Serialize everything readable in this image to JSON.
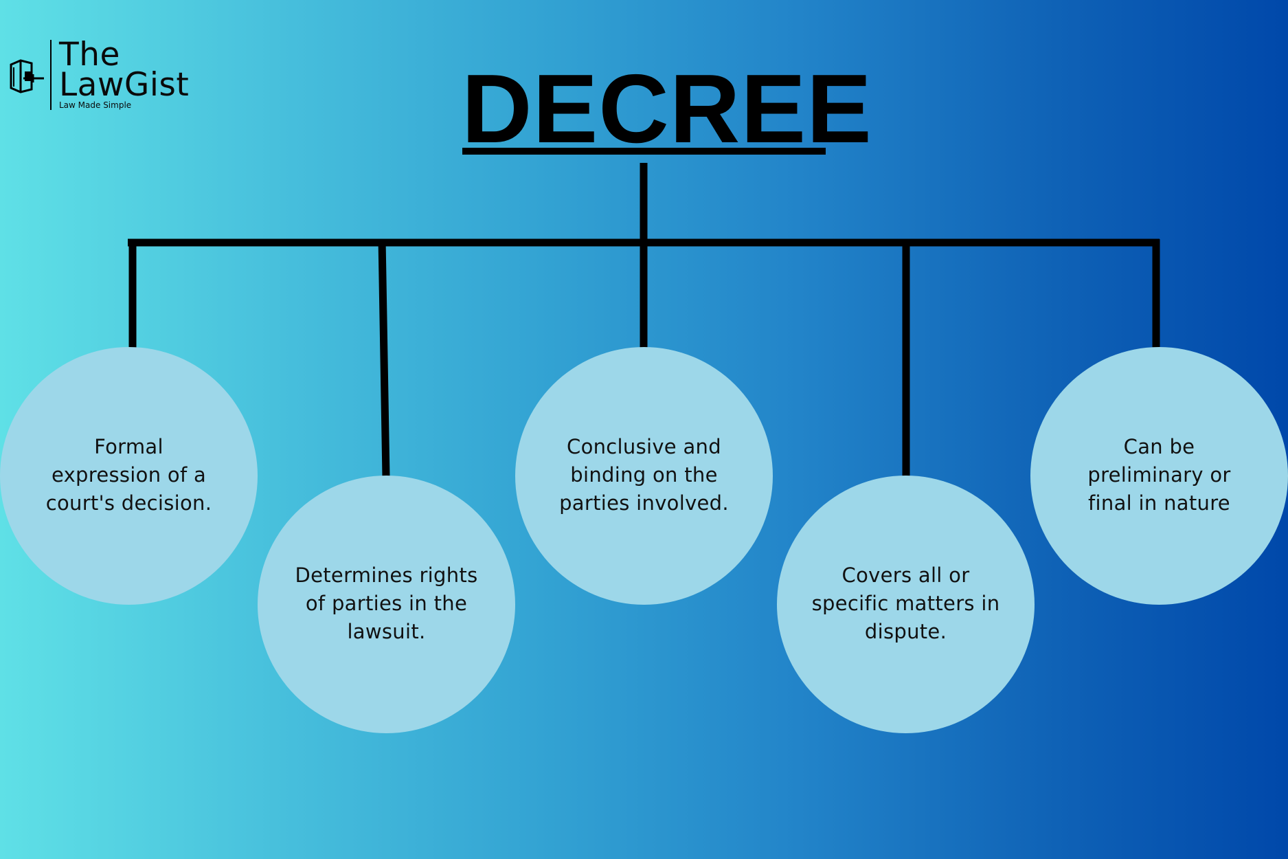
{
  "logo": {
    "line1": "The",
    "line2": "LawGist",
    "tagline": "Law Made Simple"
  },
  "title": "DECREE",
  "nodes": [
    {
      "text": "Formal\nexpression of a\ncourt's decision."
    },
    {
      "text": "Determines rights\nof parties in the\nlawsuit."
    },
    {
      "text": "Conclusive and\nbinding on the\nparties involved."
    },
    {
      "text": "Covers all or\nspecific matters in\ndispute."
    },
    {
      "text": "Can be\npreliminary or\nfinal in nature"
    }
  ],
  "colors": {
    "background_left": "#5fe0e6",
    "background_right": "#0048aa",
    "circle_fill": "#9dd7e9",
    "line": "#000000"
  }
}
